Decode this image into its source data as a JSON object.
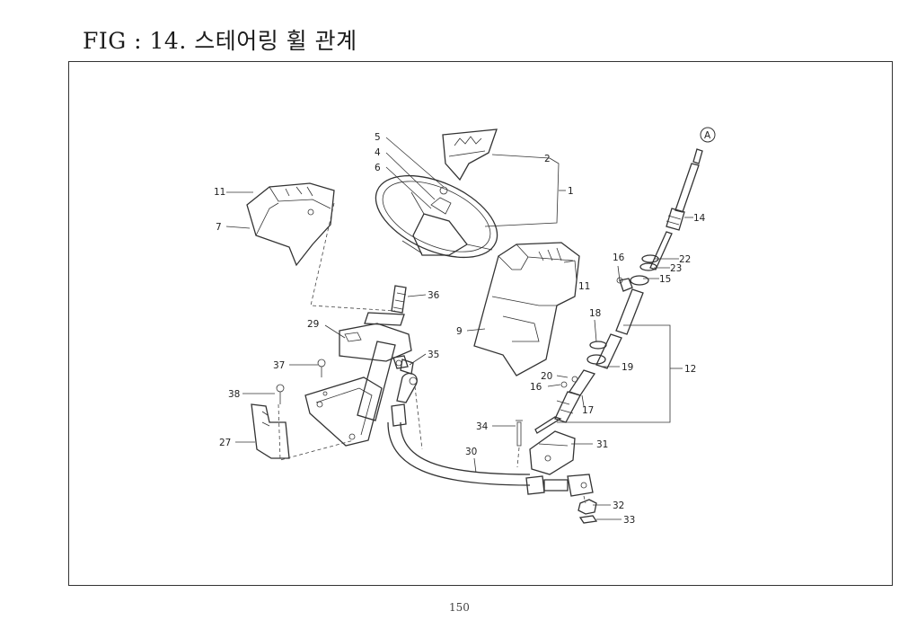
{
  "title": "FIG : 14. 스테어링 휠 관계",
  "page_number": "150",
  "reference_marker": "A",
  "callouts": [
    "1",
    "2",
    "4",
    "5",
    "6",
    "7",
    "9",
    "11",
    "11",
    "12",
    "14",
    "15",
    "16",
    "16",
    "17",
    "18",
    "19",
    "20",
    "22",
    "23",
    "27",
    "29",
    "30",
    "31",
    "32",
    "33",
    "34",
    "35",
    "36",
    "37",
    "38"
  ],
  "labels": {
    "l1": "1",
    "l2": "2",
    "l4": "4",
    "l5": "5",
    "l6": "6",
    "l7": "7",
    "l9": "9",
    "l11a": "11",
    "l11b": "11",
    "l12": "12",
    "l14": "14",
    "l15": "15",
    "l16a": "16",
    "l16b": "16",
    "l17": "17",
    "l18": "18",
    "l19": "19",
    "l20": "20",
    "l22": "22",
    "l23": "23",
    "l27": "27",
    "l29": "29",
    "l30": "30",
    "l31": "31",
    "l32": "32",
    "l33": "33",
    "l34": "34",
    "l35": "35",
    "l36": "36",
    "l37": "37",
    "l38": "38"
  }
}
